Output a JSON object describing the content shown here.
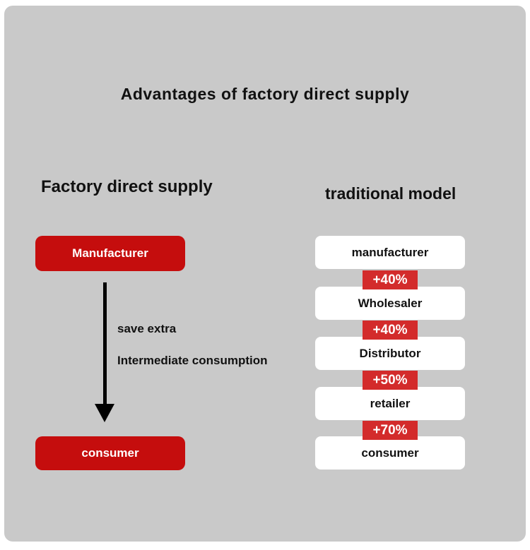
{
  "title": "Advantages of factory direct supply",
  "left": {
    "heading": "Factory direct supply",
    "top_box": "Manufacturer",
    "bottom_box": "consumer",
    "note_line1": "save extra",
    "note_line2": "Intermediate consumption"
  },
  "right": {
    "heading": "traditional model",
    "stages": [
      "manufacturer",
      "Wholesaler",
      "Distributor",
      "retailer",
      "consumer"
    ],
    "markups": [
      "+40%",
      "+40%",
      "+50%",
      "+70%"
    ]
  },
  "colors": {
    "background": "#c9c9c9",
    "box_red": "#c50d0d",
    "badge_red": "#d32b2b",
    "white_box": "#ffffff",
    "text_black": "#111111"
  }
}
